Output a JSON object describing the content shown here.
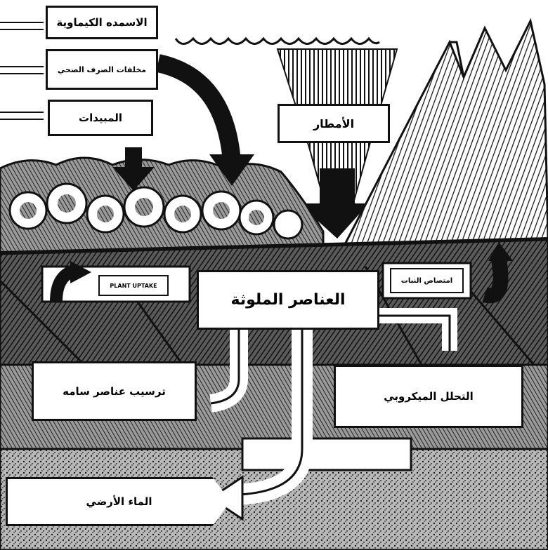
{
  "labels": {
    "chemicals": "الاسمده الكيماوية",
    "sewage": "مخلفات الصرف الصحي",
    "pesticides": "المبيدات",
    "rain": "الأمطار",
    "pollutants": "العناصر الملوثة",
    "plant_uptake": "PLANT UPTAKE",
    "plant_absorption": "امتصاص النبات",
    "toxic_deposition": "ترسيب عناصر سامه",
    "microbial": "التحلل الميكروبي",
    "groundwater": "الماء الأرضي"
  },
  "colors": {
    "ink": "#111111",
    "paper": "#ffffff",
    "soil_dark": "#3a3a3a",
    "soil_light": "#8a8a8a"
  }
}
